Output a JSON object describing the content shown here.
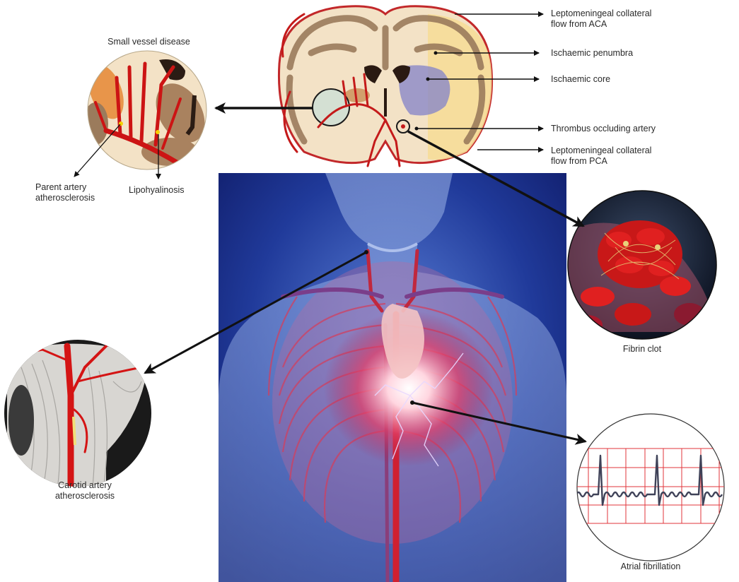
{
  "figure": {
    "brain_labels": {
      "aca_flow_line1": "Leptomeningeal collateral",
      "aca_flow_line2": "flow from ACA",
      "penumbra": "Ischaemic penumbra",
      "core": "Ischaemic core",
      "thrombus": "Thrombus occluding artery",
      "pca_flow_line1": "Leptomeningeal collateral",
      "pca_flow_line2": "flow from PCA"
    },
    "small_vessel": {
      "title": "Small vessel disease",
      "parent_line1": "Parent artery",
      "parent_line2": "atherosclerosis",
      "lipohyalinosis": "Lipohyalinosis"
    },
    "fibrin_clot": {
      "label": "Fibrin clot"
    },
    "atrial_fibrillation": {
      "label": "Atrial fibrillation"
    },
    "carotid": {
      "line1": "Carotid artery",
      "line2": "atherosclerosis"
    }
  },
  "colors": {
    "artery_red": "#c41a1a",
    "brain_tan": "#f2e3c8",
    "cortex_brown": "#9b7b5c",
    "penumbra_yellow": "#f6dc95",
    "core_purple": "#8a88c8",
    "torso_blue": "#1b2f8a",
    "ecg_grid": "#e0363b",
    "ecg_trace": "#3f4258"
  }
}
